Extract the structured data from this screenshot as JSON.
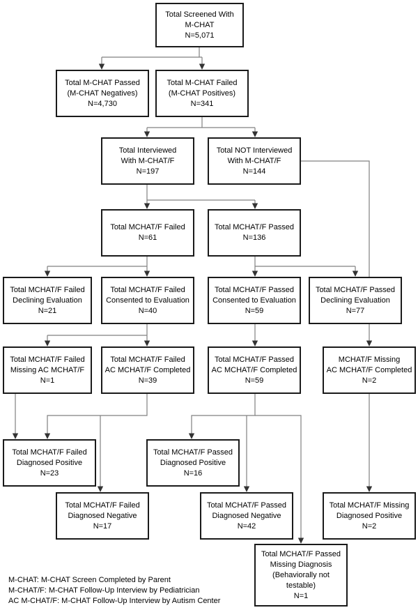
{
  "boxes": {
    "screened": [
      "Total Screened With",
      "M-CHAT",
      "N=5,071"
    ],
    "passed": [
      "Total M-CHAT Passed",
      "(M-CHAT Negatives)",
      "N=4,730"
    ],
    "failed": [
      "Total M-CHAT Failed",
      "(M-CHAT Positives)",
      "N=341"
    ],
    "interviewed": [
      "Total Interviewed",
      "With M-CHAT/F",
      "N=197"
    ],
    "not_interviewed": [
      "Total NOT Interviewed",
      "With M-CHAT/F",
      "N=144"
    ],
    "f_failed": [
      "Total MCHAT/F Failed",
      "N=61"
    ],
    "f_passed": [
      "Total MCHAT/F Passed",
      "N=136"
    ],
    "failed_declining": [
      "Total MCHAT/F Failed",
      "Declining Evaluation",
      "N=21"
    ],
    "failed_consented": [
      "Total MCHAT/F Failed",
      "Consented to Evaluation",
      "N=40"
    ],
    "passed_consented": [
      "Total MCHAT/F Passed",
      "Consented to Evaluation",
      "N=59"
    ],
    "passed_declining": [
      "Total MCHAT/F Passed",
      "Declining Evaluation",
      "N=77"
    ],
    "failed_missing_ac": [
      "Total MCHAT/F Failed",
      "Missing AC MCHAT/F",
      "N=1"
    ],
    "failed_ac_completed": [
      "Total MCHAT/F Failed",
      "AC MCHAT/F Completed",
      "N=39"
    ],
    "passed_ac_completed": [
      "Total MCHAT/F Passed",
      "AC MCHAT/F Completed",
      "N=59"
    ],
    "missing_ac_completed": [
      "MCHAT/F Missing",
      "AC MCHAT/F Completed",
      "N=2"
    ],
    "failed_dx_positive": [
      "Total MCHAT/F Failed",
      "Diagnosed Positive",
      "N=23"
    ],
    "failed_dx_negative": [
      "Total MCHAT/F Failed",
      "Diagnosed Negative",
      "N=17"
    ],
    "passed_dx_positive": [
      "Total MCHAT/F Passed",
      "Diagnosed Positive",
      "N=16"
    ],
    "passed_dx_negative": [
      "Total MCHAT/F Passed",
      "Diagnosed Negative",
      "N=42"
    ],
    "passed_missing_dx": [
      "Total MCHAT/F Passed",
      "Missing Diagnosis",
      "(Behaviorally not",
      "testable)",
      "N=1"
    ],
    "missing_dx_positive": [
      "Total MCHAT/F Missing",
      "Diagnosed Positive",
      "N=2"
    ]
  },
  "legend": [
    "M-CHAT: M-CHAT Screen Completed by Parent",
    "M-CHAT/F: M-CHAT Follow-Up Interview by Pediatrician",
    "AC M-CHAT/F: M-CHAT Follow-Up Interview by Autism Center"
  ],
  "colors": {
    "box_border": "#1a1a1a",
    "connector": "#808080"
  }
}
